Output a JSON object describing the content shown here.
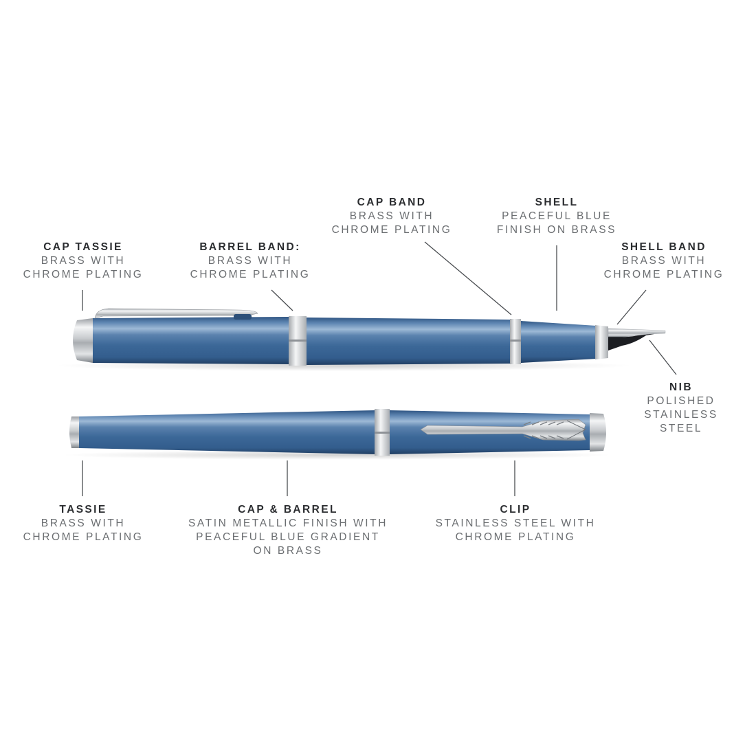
{
  "diagram": {
    "subject": "Fountain pen anatomy - peaceful blue finish",
    "colors": {
      "body_blue": "#3f6e9e",
      "body_blue_dark": "#2c4f78",
      "body_highlight": "#8fb0d0",
      "chrome": "#d6d9dc",
      "leader_line": "#555555",
      "title_text": "#2b2d30",
      "desc_text": "#6b6e71"
    },
    "callouts": [
      {
        "id": "cap_tassie",
        "title": "CAP TASSIE",
        "lines": [
          "BRASS WITH",
          "CHROME PLATING"
        ]
      },
      {
        "id": "barrel_band",
        "title": "BARREL BAND:",
        "lines": [
          "BRASS WITH",
          "CHROME PLATING"
        ]
      },
      {
        "id": "cap_band",
        "title": "CAP BAND",
        "lines": [
          "BRASS WITH",
          "CHROME PLATING"
        ]
      },
      {
        "id": "shell",
        "title": "SHELL",
        "lines": [
          "PEACEFUL BLUE",
          "FINISH ON BRASS"
        ]
      },
      {
        "id": "shell_band",
        "title": "SHELL BAND",
        "lines": [
          "BRASS WITH",
          "CHROME PLATING"
        ]
      },
      {
        "id": "nib",
        "title": "NIB",
        "lines": [
          "POLISHED",
          "STAINLESS",
          "STEEL"
        ]
      },
      {
        "id": "tassie",
        "title": "TASSIE",
        "lines": [
          "BRASS WITH",
          "CHROME PLATING"
        ]
      },
      {
        "id": "cap_barrel",
        "title": "CAP & BARREL",
        "lines": [
          "SATIN METALLIC FINISH WITH",
          "PEACEFUL BLUE GRADIENT",
          "ON BRASS"
        ]
      },
      {
        "id": "clip",
        "title": "CLIP",
        "lines": [
          "STAINLESS STEEL WITH",
          "CHROME PLATING"
        ]
      }
    ]
  }
}
